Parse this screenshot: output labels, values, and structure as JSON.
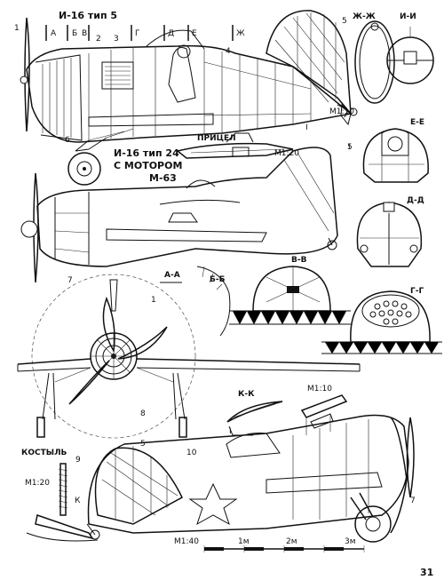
{
  "labels": {
    "type5": "И-16 тип 5",
    "type24_line1": "И-16 тип 24",
    "type24_line2": "С МОТОРОМ",
    "type24_line3": "М-63",
    "pricel": "ПРИЦЕЛ",
    "scale_zh": "М1:10",
    "scale_pricel": "М1:20",
    "scale_kk": "М1:10",
    "scale_kostyl": "М1:20",
    "kostyl": "КОСТЫЛЬ",
    "scale_main": "М1:40",
    "scale_1m": "1м",
    "scale_2m": "2м",
    "scale_3m": "3м",
    "page_number": "31"
  },
  "section_marks": [
    "А",
    "Б",
    "В",
    "Г",
    "Д",
    "Е",
    "Ж"
  ],
  "section_titles": {
    "zh": "Ж-Ж",
    "i": "И-И",
    "e": "Е-Е",
    "d": "Д-Д",
    "g": "Г-Г",
    "a": "А-А",
    "b": "Б-Б",
    "v": "В-В",
    "k": "К-К"
  },
  "part_numbers": {
    "p1": "1",
    "p2": "2",
    "p3": "3",
    "p4": "4",
    "p5": "5",
    "p6": "6",
    "p5b": "5",
    "p7": "7",
    "p1b": "1",
    "p8": "8",
    "p9": "9",
    "p5c": "5",
    "p10": "10",
    "p7b": "7",
    "pI": "I",
    "pIb": "I",
    "pK": "К"
  }
}
